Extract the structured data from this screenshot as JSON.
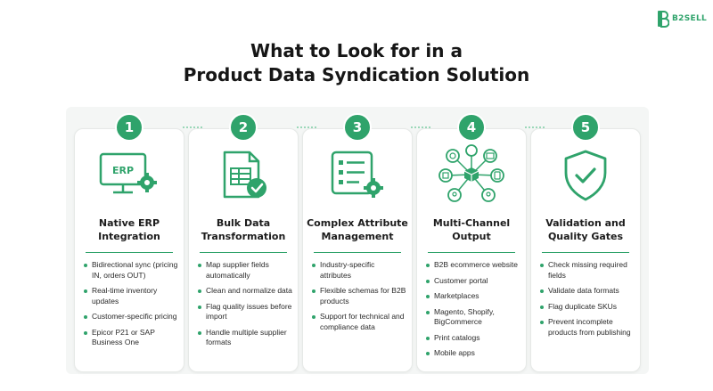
{
  "brand": {
    "name": "B2SELL",
    "accent": "#2fa36b"
  },
  "title": {
    "line1": "What to Look for in a",
    "line2": "Product Data Syndication Solution"
  },
  "cards": [
    {
      "number": "1",
      "icon": "erp-monitor-gear-icon",
      "icon_text": "ERP",
      "title": "Native ERP Integration",
      "bullets": [
        "Bidirectional sync (pricing IN, orders OUT)",
        "Real-time inventory updates",
        "Customer-specific pricing",
        "Epicor P21 or SAP Business One"
      ]
    },
    {
      "number": "2",
      "icon": "spreadsheet-check-icon",
      "title": "Bulk Data Transformation",
      "bullets": [
        "Map supplier fields automatically",
        "Clean and normalize data",
        "Flag quality issues before import",
        "Handle multiple supplier formats"
      ]
    },
    {
      "number": "3",
      "icon": "checklist-gear-icon",
      "title": "Complex Attribute Management",
      "bullets": [
        "Industry-specific attributes",
        "Flexible schemas for B2B products",
        "Support for technical and compliance data"
      ]
    },
    {
      "number": "4",
      "icon": "multichannel-network-icon",
      "title": "Multi-Channel Output",
      "bullets": [
        "B2B ecommerce website",
        "Customer portal",
        "Marketplaces",
        "Magento, Shopify, BigCommerce",
        "Print catalogs",
        "Mobile apps"
      ]
    },
    {
      "number": "5",
      "icon": "shield-check-icon",
      "title": "Validation and Quality Gates",
      "bullets": [
        "Check missing required fields",
        "Validate data formats",
        "Flag duplicate SKUs",
        "Prevent incomplete products from publishing"
      ]
    }
  ]
}
